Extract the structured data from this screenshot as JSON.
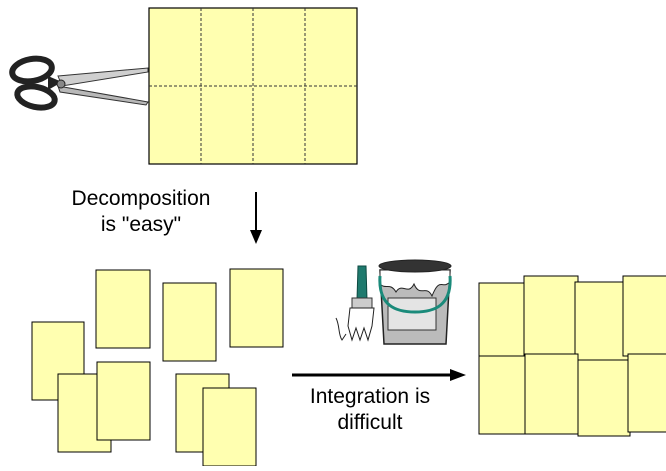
{
  "labels": {
    "decomposition": [
      "Decomposition",
      "is \"easy\""
    ],
    "integration": [
      "Integration is",
      "difficult"
    ]
  },
  "colors": {
    "paper_fill": "#FFFFB0",
    "paper_stroke": "#000000",
    "grid_dash": "#333333",
    "bucket_body": "#BBBBBB",
    "bucket_label": "#E4E4E4",
    "bucket_handle": "#1A8A7A",
    "brush_handle": "#1F7A6E"
  },
  "icons": {
    "scissors": "scissors-icon",
    "paint_bucket": "paint-bucket-icon",
    "paint_brush": "paint-brush-icon"
  }
}
